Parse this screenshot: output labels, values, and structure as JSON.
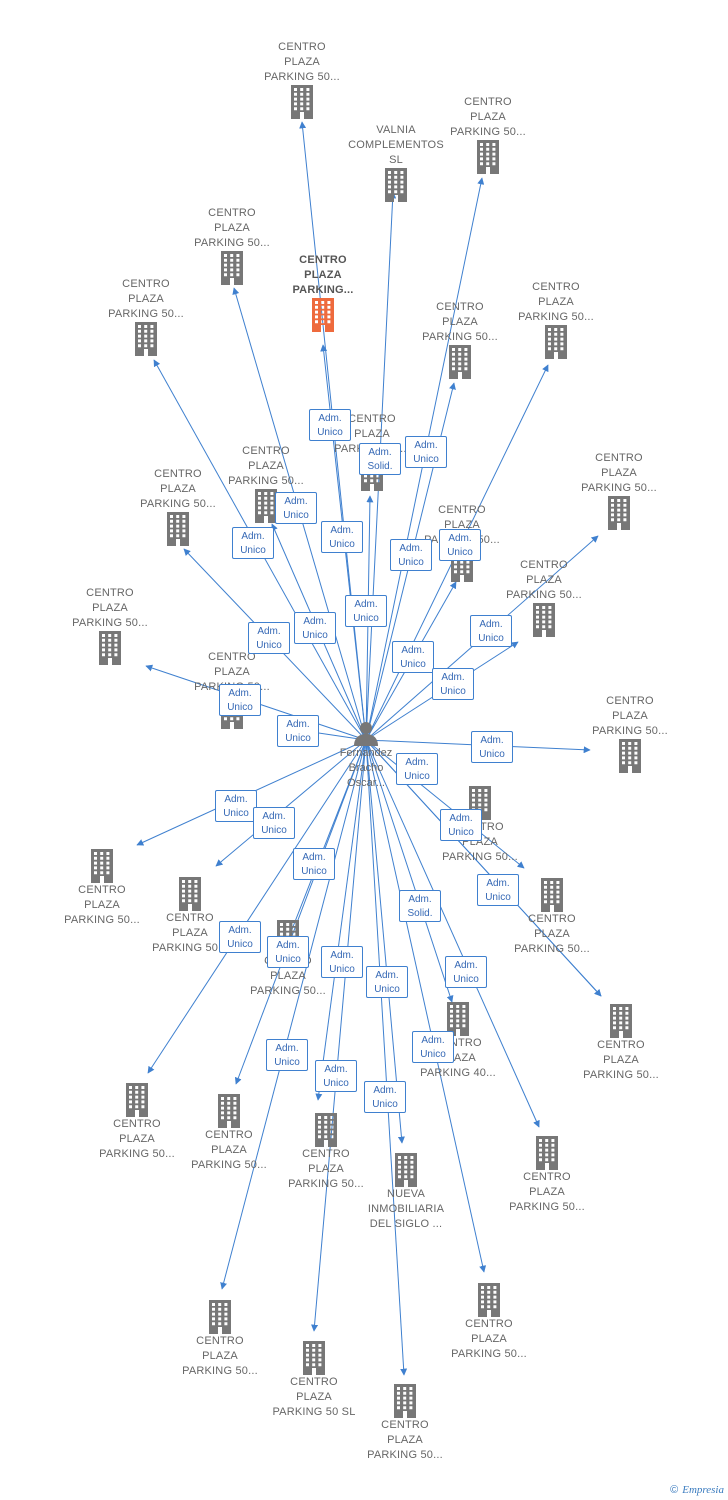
{
  "colors": {
    "edge": "#3f80cf",
    "building": "#777777",
    "focus_building": "#ee6a3d",
    "person": "#777777"
  },
  "person": {
    "name_lines": [
      "Fernandez",
      "Bracho",
      "Oscar..."
    ],
    "icon": "person-icon"
  },
  "companies": [
    {
      "id": "c1",
      "lines": [
        "CENTRO",
        "PLAZA",
        "PARKING 50..."
      ],
      "label_above": true
    },
    {
      "id": "c2",
      "lines": [
        "VALNIA",
        "COMPLEMENTOS SL"
      ],
      "label_above": true
    },
    {
      "id": "c3",
      "lines": [
        "CENTRO",
        "PLAZA",
        "PARKING 50..."
      ],
      "label_above": true
    },
    {
      "id": "c4",
      "lines": [
        "CENTRO",
        "PLAZA",
        "PARKING 50..."
      ],
      "label_above": true
    },
    {
      "id": "focus",
      "lines": [
        "CENTRO",
        "PLAZA",
        "PARKING..."
      ],
      "label_above": true,
      "focus": true
    },
    {
      "id": "c5",
      "lines": [
        "CENTRO",
        "PLAZA",
        "PARKING 50..."
      ],
      "label_above": true
    },
    {
      "id": "c6",
      "lines": [
        "CENTRO",
        "PLAZA",
        "PARKING 50..."
      ],
      "label_above": true
    },
    {
      "id": "c7",
      "lines": [
        "CENTRO",
        "PLAZA",
        "PARKING 50..."
      ],
      "label_above": true
    },
    {
      "id": "c8",
      "lines": [
        "CENTRO",
        "PLAZA",
        "PARKING 50..."
      ],
      "label_above": true
    },
    {
      "id": "c9",
      "lines": [
        "CENTRO",
        "PLAZA",
        "PARKING 50..."
      ],
      "label_above": true
    },
    {
      "id": "c10",
      "lines": [
        "CENTRO",
        "PLAZA",
        "PARKING 50..."
      ],
      "label_above": true
    },
    {
      "id": "c11",
      "lines": [
        "CENTRO",
        "PLAZA",
        "PARKING 50..."
      ],
      "label_above": true
    },
    {
      "id": "c12",
      "lines": [
        "CENTRO",
        "PLAZA",
        "PARKING 50..."
      ],
      "label_above": true
    },
    {
      "id": "c13",
      "lines": [
        "CENTRO",
        "PLAZA",
        "PARKING 50..."
      ],
      "label_above": true
    },
    {
      "id": "c14",
      "lines": [
        "CENTRO",
        "PLAZA",
        "PARKING 50..."
      ],
      "label_above": true
    },
    {
      "id": "c15",
      "lines": [
        "CENTRO",
        "PLAZA",
        "PARKING 50..."
      ],
      "label_above": true
    },
    {
      "id": "c16",
      "lines": [
        "CENTRO",
        "PLAZA",
        "PARKING 50..."
      ],
      "label_above": true
    },
    {
      "id": "c17",
      "lines": [
        "CENTRO",
        "PLAZA",
        "PARKING 50..."
      ],
      "label_above": false
    },
    {
      "id": "c18",
      "lines": [
        "CENTRO",
        "PLAZA",
        "PARKING 50..."
      ],
      "label_above": false
    },
    {
      "id": "c19",
      "lines": [
        "CENTRO",
        "PLAZA",
        "PARKING 50..."
      ],
      "label_above": false
    },
    {
      "id": "c20",
      "lines": [
        "CENTRO",
        "PLAZA",
        "PARKING 50..."
      ],
      "label_above": false
    },
    {
      "id": "c21",
      "lines": [
        "CENTRO",
        "PLAZA",
        "PARKING 50..."
      ],
      "label_above": false
    },
    {
      "id": "c22",
      "lines": [
        "CENTRO",
        "PLAZA",
        "PARKING 50..."
      ],
      "label_above": false
    },
    {
      "id": "c23",
      "lines": [
        "CENTRO",
        "PLAZA",
        "PARKING 40..."
      ],
      "label_above": false
    },
    {
      "id": "c24",
      "lines": [
        "CENTRO",
        "PLAZA",
        "PARKING 50..."
      ],
      "label_above": false
    },
    {
      "id": "c25",
      "lines": [
        "CENTRO",
        "PLAZA",
        "PARKING 50..."
      ],
      "label_above": false
    },
    {
      "id": "c26",
      "lines": [
        "CENTRO",
        "PLAZA",
        "PARKING 50..."
      ],
      "label_above": false
    },
    {
      "id": "c27",
      "lines": [
        "NUEVA",
        "INMOBILIARIA",
        "DEL SIGLO ..."
      ],
      "label_above": false
    },
    {
      "id": "c28",
      "lines": [
        "CENTRO",
        "PLAZA",
        "PARKING 50..."
      ],
      "label_above": false
    },
    {
      "id": "c29",
      "lines": [
        "CENTRO",
        "PLAZA",
        "PARKING 50..."
      ],
      "label_above": false
    },
    {
      "id": "c30",
      "lines": [
        "CENTRO",
        "PLAZA",
        "PARKING 50..."
      ],
      "label_above": false
    },
    {
      "id": "c31",
      "lines": [
        "CENTRO",
        "PLAZA",
        "PARKING 50 SL"
      ],
      "label_above": false
    },
    {
      "id": "c32",
      "lines": [
        "CENTRO",
        "PLAZA",
        "PARKING 50..."
      ],
      "label_above": false
    },
    {
      "id": "c33",
      "lines": [
        "CENTRO",
        "PLAZA",
        "PARKING 50..."
      ],
      "label_above": false
    },
    {
      "id": "c34",
      "lines": [
        "CENTRO",
        "PLAZA",
        "PARKING 50..."
      ],
      "label_above": false
    }
  ],
  "relations": [
    {
      "to": "c1",
      "role": [
        "Adm.",
        "Unico"
      ]
    },
    {
      "to": "c2",
      "role": [
        "Adm.",
        "Solid."
      ]
    },
    {
      "to": "c3",
      "role": [
        "Adm.",
        "Unico"
      ]
    },
    {
      "to": "c4",
      "role": [
        "Adm.",
        "Unico"
      ]
    },
    {
      "to": "focus",
      "role": [
        "Adm.",
        "Unico"
      ]
    },
    {
      "to": "c5",
      "role": [
        "Adm.",
        "Unico"
      ]
    },
    {
      "to": "c6",
      "role": [
        "Adm.",
        "Unico"
      ]
    },
    {
      "to": "c7",
      "role": [
        "Adm.",
        "Unico"
      ]
    },
    {
      "to": "c8",
      "role": [
        "Adm.",
        "Unico"
      ]
    },
    {
      "to": "c9",
      "role": [
        "Adm.",
        "Unico"
      ]
    },
    {
      "to": "c10",
      "role": [
        "Adm.",
        "Unico"
      ]
    },
    {
      "to": "c11",
      "role": [
        "Adm.",
        "Unico"
      ]
    },
    {
      "to": "c12",
      "role": [
        "Adm.",
        "Unico"
      ]
    },
    {
      "to": "c13",
      "role": [
        "Adm.",
        "Unico"
      ]
    },
    {
      "to": "c14",
      "role": [
        "Adm.",
        "Unico"
      ]
    },
    {
      "to": "c15",
      "role": [
        "Adm.",
        "Unico"
      ]
    },
    {
      "to": "c16",
      "role": [
        "Adm.",
        "Unico"
      ]
    },
    {
      "to": "c17",
      "role": [
        "Adm.",
        "Unico"
      ]
    },
    {
      "to": "c18",
      "role": [
        "Adm.",
        "Unico"
      ]
    },
    {
      "to": "c19",
      "role": [
        "Adm.",
        "Unico"
      ]
    },
    {
      "to": "c20",
      "role": [
        "Adm.",
        "Unico"
      ]
    },
    {
      "to": "c21",
      "role": [
        "Adm.",
        "Unico"
      ]
    },
    {
      "to": "c22",
      "role": [
        "Adm.",
        "Unico"
      ]
    },
    {
      "to": "c23",
      "role": [
        "Adm.",
        "Solid."
      ]
    },
    {
      "to": "c24",
      "role": [
        "Adm.",
        "Unico"
      ]
    },
    {
      "to": "c25",
      "role": [
        "Adm.",
        "Unico"
      ]
    },
    {
      "to": "c26",
      "role": [
        "Adm.",
        "Unico"
      ]
    },
    {
      "to": "c27",
      "role": [
        "Adm.",
        "Unico"
      ]
    },
    {
      "to": "c28",
      "role": [
        "Adm.",
        "Unico"
      ]
    },
    {
      "to": "c29",
      "role": [
        "Adm.",
        "Unico"
      ]
    },
    {
      "to": "c30",
      "role": [
        "Adm.",
        "Unico"
      ]
    },
    {
      "to": "c31",
      "role": [
        "Adm.",
        "Unico"
      ]
    },
    {
      "to": "c32",
      "role": [
        "Adm.",
        "Unico"
      ]
    },
    {
      "to": "c33",
      "role": [
        "Adm.",
        "Unico"
      ]
    },
    {
      "to": "c34",
      "role": [
        "Adm.",
        "Unico"
      ]
    }
  ],
  "footer": {
    "copyright": "©",
    "brand": "Empresia"
  }
}
